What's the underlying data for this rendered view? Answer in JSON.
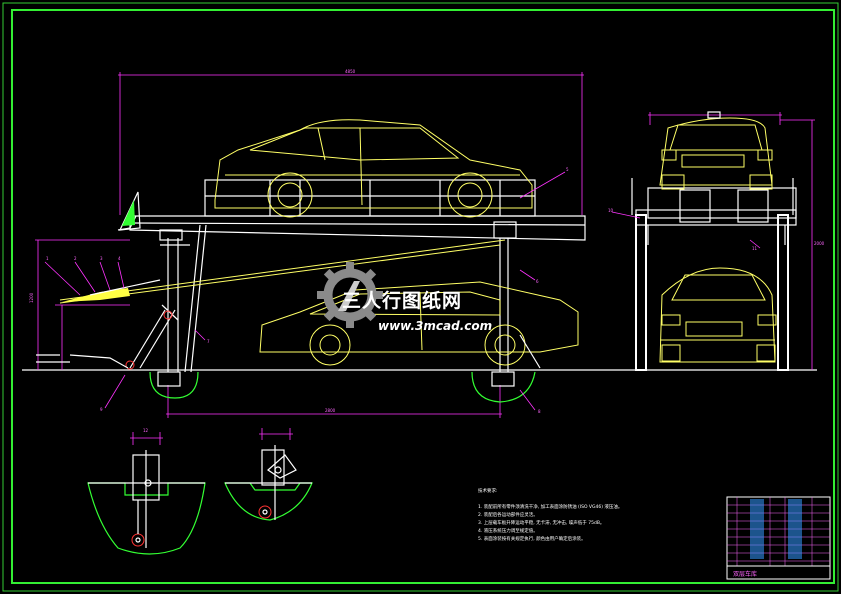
{
  "drawing": {
    "dimensions": {
      "top_overall": "4850",
      "base_span": "2800",
      "left_height": "1200",
      "right_height": "2000"
    },
    "callouts": [
      "1",
      "2",
      "3",
      "4",
      "5",
      "6",
      "7",
      "8",
      "9",
      "10",
      "11",
      "12"
    ],
    "watermark": {
      "brand": "三人行图纸网",
      "url": "www.3mcad.com"
    },
    "notes": {
      "heading": "技术要求:",
      "lines": [
        "1. 装配前所有零件须清洗干净, 加工表面涂防锈油 (ISO VG46) 液压油。",
        "2. 装配后各运动部件应灵活。",
        "3. 上层载车板升降运动平稳, 无卡滞, 无冲击, 噪声低于 75dB。",
        "4. 液压系统压力调至规定值。",
        "5. 表面涂装按有关规定执行, 颜色由用户确定后涂装。"
      ]
    },
    "title_block": {
      "name": "双层车库"
    }
  }
}
